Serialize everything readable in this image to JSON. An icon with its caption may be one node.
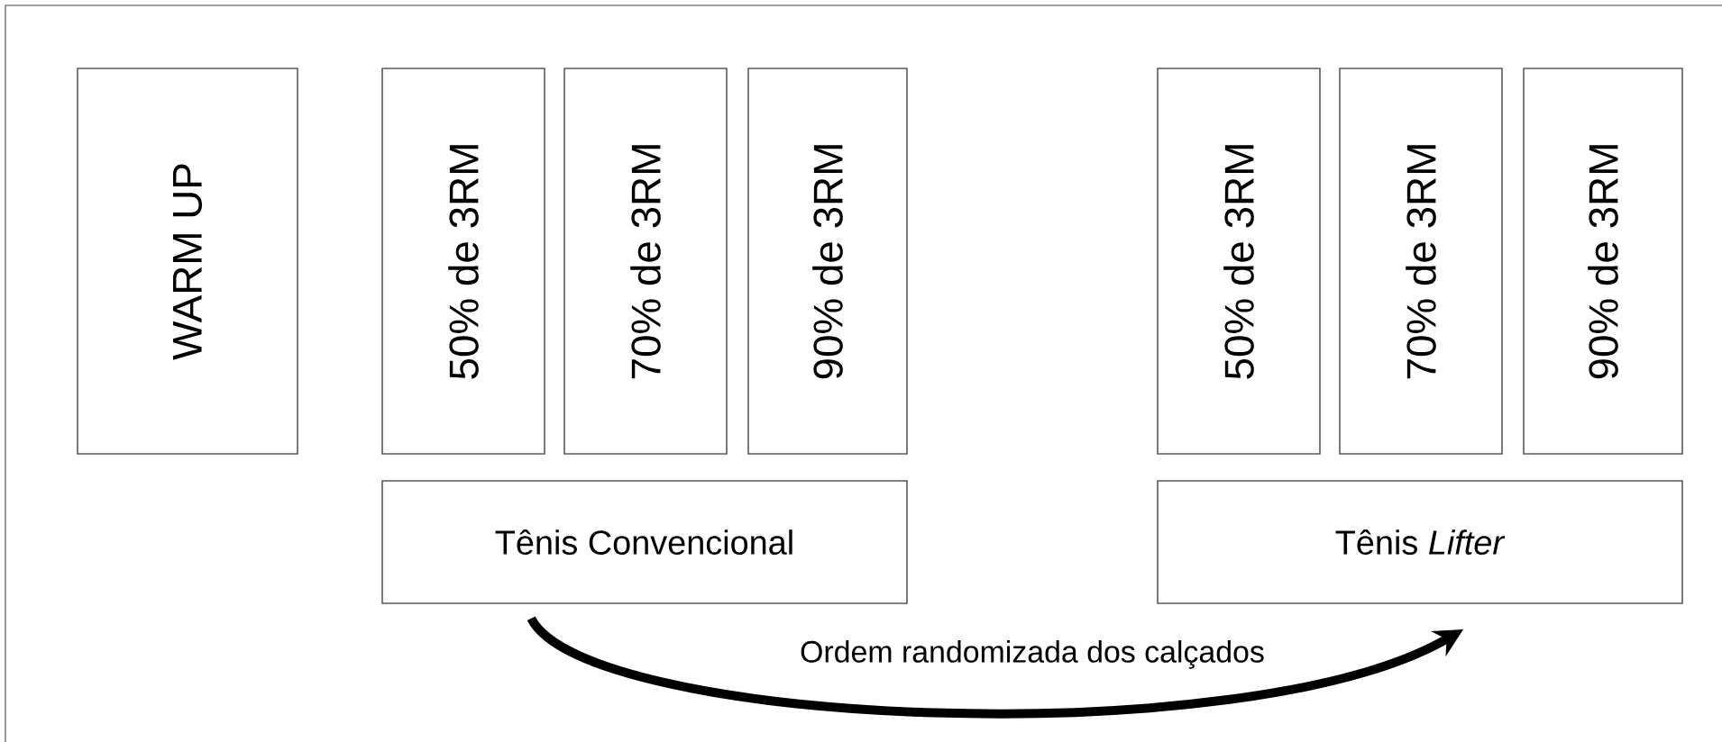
{
  "diagram": {
    "nodes": [
      {
        "text": [
          "WARM UP"
        ]
      },
      {
        "text": [
          "50% de 3RM"
        ]
      },
      {
        "text": [
          "70% de 3RM"
        ]
      },
      {
        "text": [
          "90% de 3RM"
        ]
      },
      {
        "text": [
          "50% de 3RM"
        ]
      },
      {
        "text": [
          "70% de 3RM"
        ]
      },
      {
        "text": [
          "90% de 3RM"
        ]
      },
      {
        "text": [
          "Tênis Convencional"
        ]
      },
      {
        "text": [
          "Tênis *Lifter*"
        ]
      }
    ],
    "edges": [
      {
        "from": 7,
        "to": 8,
        "arrow": "to",
        "label": "Ordem randomizada dos calçados"
      }
    ]
  }
}
